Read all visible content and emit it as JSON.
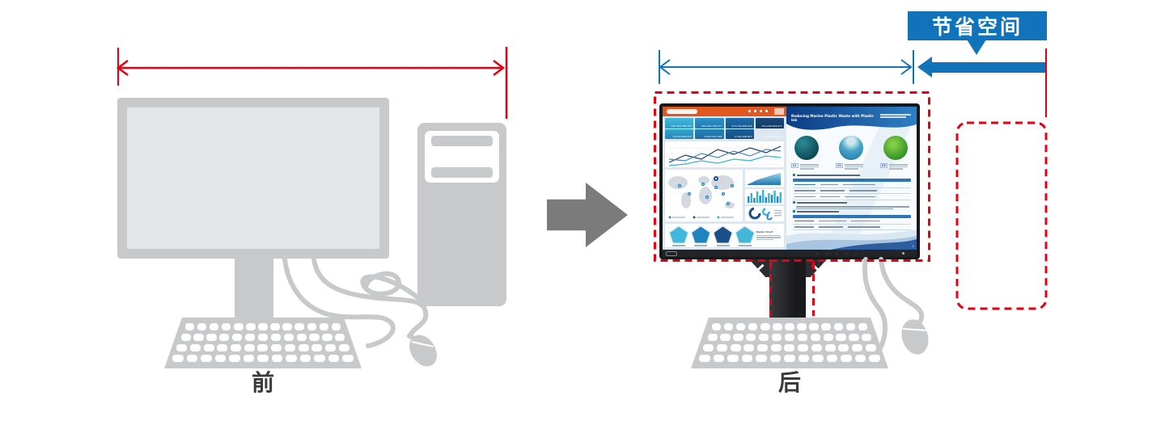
{
  "title_labels": {
    "before": "前",
    "after": "后",
    "space_saved": "节省空间"
  },
  "colors": {
    "accent_red": "#e60012",
    "accent_blue": "#1173b9",
    "silhouette_gray": "#c8c9ca",
    "transition_arrow_gray": "#7b7b7b"
  },
  "screen": {
    "kpi_tiles": [
      {
        "value": "318,163,481,372",
        "sub_value": "13,044,690,447"
      },
      {
        "value": "163,026,790,177",
        "sub_value": "4,061,041,005"
      },
      {
        "value": "173,716,268,016",
        "sub_value": "5,181,496,815"
      },
      {
        "value": "203,298,628,971",
        "sub_value": "6,181,952,438"
      }
    ],
    "radar_panel_label": "Radar Chart",
    "document": {
      "title": "Reducing Marine Plastic Waste with Plastic Ink",
      "steps": [
        "01",
        "02",
        "03"
      ],
      "page": "1"
    }
  }
}
